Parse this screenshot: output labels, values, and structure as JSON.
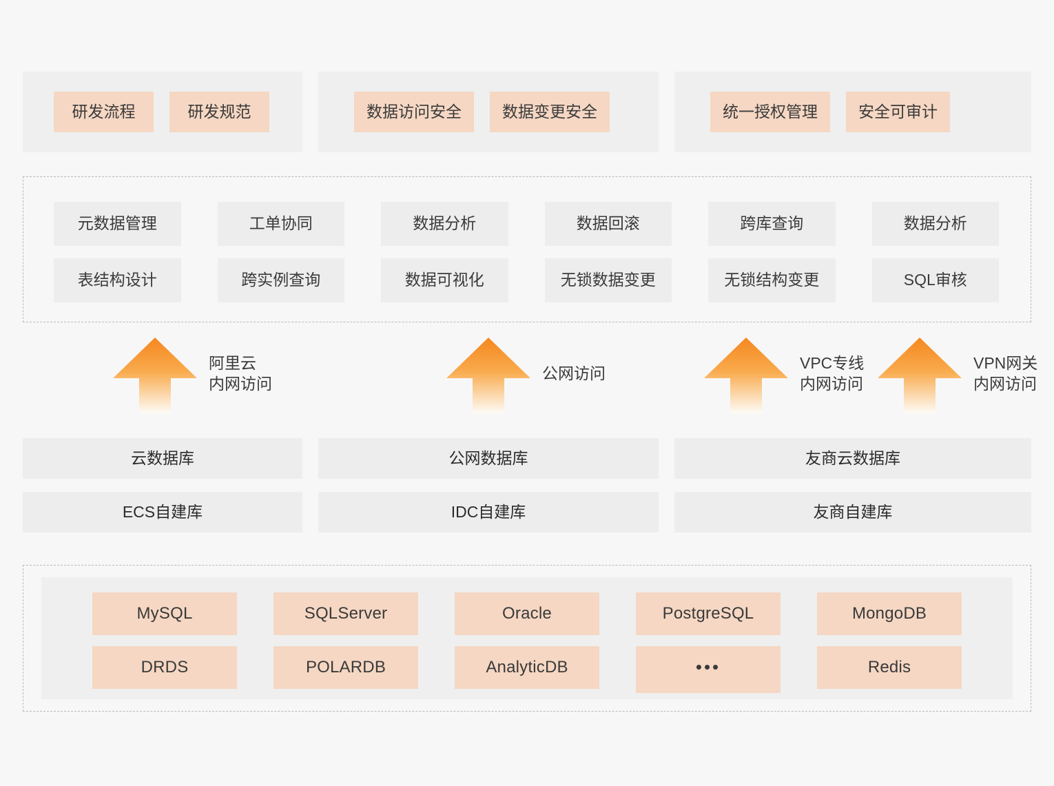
{
  "colors": {
    "page_background": "#f7f7f7",
    "panel_gray": "#efefef",
    "chip_gray": "#ededed",
    "chip_peach": "#f5d7c3",
    "arrow_orange": "#f5871f",
    "dashed_border": "#b9b9b9",
    "text": "#3a3a3a"
  },
  "governance": {
    "panels": [
      {
        "name": "rd-process-panel",
        "chips": [
          "研发流程",
          "研发规范"
        ]
      },
      {
        "name": "data-security-panel",
        "chips": [
          "数据访问安全",
          "数据变更安全"
        ]
      },
      {
        "name": "authorization-panel",
        "chips": [
          "统一授权管理",
          "安全可审计"
        ]
      }
    ]
  },
  "capabilities": {
    "columns": [
      {
        "top": "元数据管理",
        "bottom": "表结构设计"
      },
      {
        "top": "工单协同",
        "bottom": "跨实例查询"
      },
      {
        "top": "数据分析",
        "bottom": "数据可视化"
      },
      {
        "top": "数据回滚",
        "bottom": "无锁数据变更"
      },
      {
        "top": "跨库查询",
        "bottom": "无锁结构变更"
      },
      {
        "top": "数据分析",
        "bottom": "SQL审核"
      }
    ]
  },
  "access_paths": [
    {
      "icon": "up-arrow-icon",
      "label_line1": "阿里云",
      "label_line2": "内网访问"
    },
    {
      "icon": "up-arrow-icon",
      "label_line1": "公网访问",
      "label_line2": ""
    },
    {
      "icon": "up-arrow-icon",
      "label_line1": "VPC专线",
      "label_line2": "内网访问"
    },
    {
      "icon": "up-arrow-icon",
      "label_line1": "VPN网关",
      "label_line2": "内网访问"
    }
  ],
  "data_sources": {
    "row_cloud": [
      "云数据库",
      "公网数据库",
      "友商云数据库"
    ],
    "row_self_built": [
      "ECS自建库",
      "IDC自建库",
      "友商自建库"
    ]
  },
  "engines": {
    "columns": [
      {
        "top": "MySQL",
        "bottom": "DRDS"
      },
      {
        "top": "SQLServer",
        "bottom": "POLARDB"
      },
      {
        "top": "Oracle",
        "bottom": "AnalyticDB"
      },
      {
        "top": "PostgreSQL",
        "bottom": "•••"
      },
      {
        "top": "MongoDB",
        "bottom": "Redis"
      }
    ]
  }
}
